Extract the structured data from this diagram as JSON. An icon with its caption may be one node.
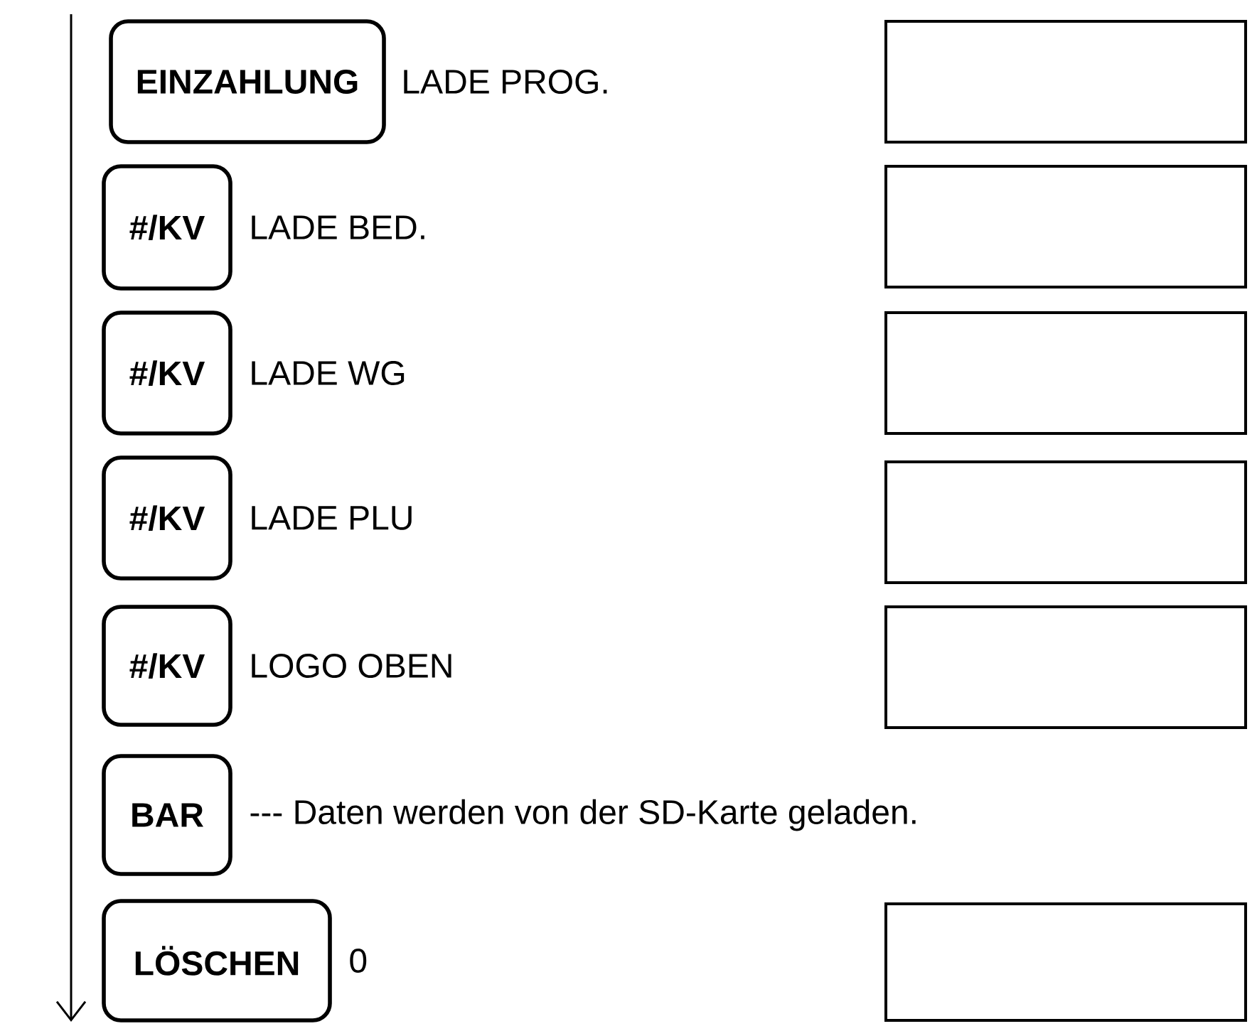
{
  "diagram": {
    "nodes": [
      {
        "text": [
          "EINZAHLUNG"
        ],
        "beside": [
          "LADE PROG."
        ]
      },
      {
        "text": [],
        "shape": "box"
      },
      {
        "text": [
          "#/KV"
        ],
        "beside": [
          "LADE BED."
        ]
      },
      {
        "text": [],
        "shape": "box"
      },
      {
        "text": [
          "#/KV"
        ],
        "beside": [
          "LADE WG"
        ]
      },
      {
        "text": [],
        "shape": "box"
      },
      {
        "text": [
          "#/KV"
        ],
        "beside": [
          "LADE PLU"
        ]
      },
      {
        "text": [],
        "shape": "box"
      },
      {
        "text": [
          "#/KV"
        ],
        "beside": [
          "LOGO OBEN"
        ]
      },
      {
        "text": [],
        "shape": "box"
      },
      {
        "text": [
          "BAR"
        ],
        "beside": [
          "--- Daten werden von der SD-Karte geladen."
        ]
      },
      {
        "text": [
          "LÖSCHEN"
        ],
        "beside": [
          "0"
        ]
      },
      {
        "text": [],
        "shape": "box"
      }
    ]
  }
}
